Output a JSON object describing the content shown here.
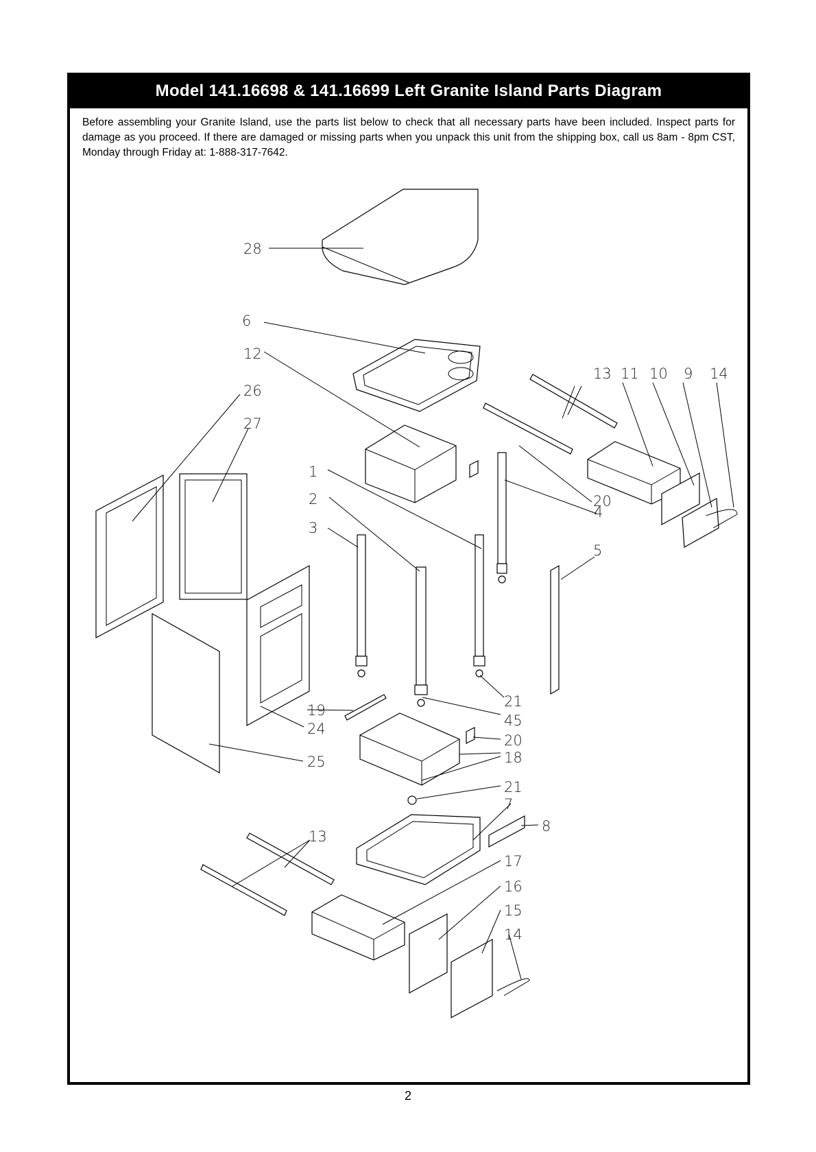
{
  "title": "Model 141.16698 & 141.16699  Left Granite Island Parts Diagram",
  "intro": "Before assembling your Granite Island, use the parts list below to check that all necessary parts have been included. Inspect parts for damage as you proceed. If there are  damaged or missing parts when you unpack this unit from the shipping box, call us  8am - 8pm CST, Monday through Friday at: 1-888-317-7642.",
  "page_number": "2",
  "callouts": {
    "c28": "28",
    "c6": "6",
    "c12": "12",
    "c26": "26",
    "c27": "27",
    "c1": "1",
    "c2": "2",
    "c3": "3",
    "c4": "4",
    "c5": "5",
    "c13a": "13",
    "c11": "11",
    "c10": "10",
    "c9": "9",
    "c14a": "14",
    "c20a": "20",
    "c21a": "21",
    "c45": "45",
    "c20b": "20",
    "c18": "18",
    "c21b": "21",
    "c7": "7",
    "c8": "8",
    "c19": "19",
    "c24": "24",
    "c25": "25",
    "c13b": "13",
    "c17": "17",
    "c16": "16",
    "c15": "15",
    "c14b": "14"
  }
}
